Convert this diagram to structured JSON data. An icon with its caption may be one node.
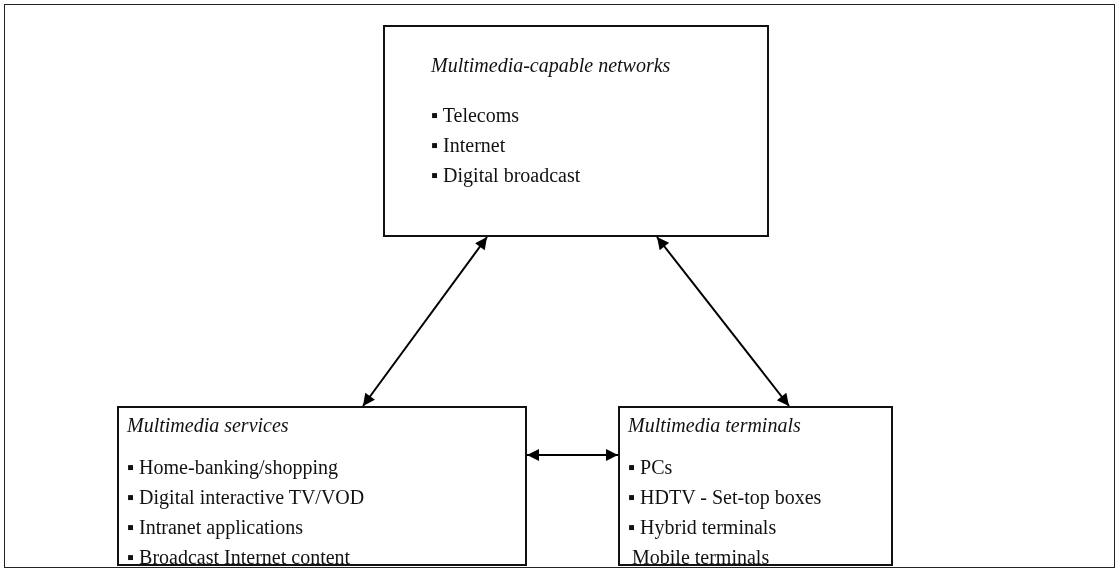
{
  "diagram": {
    "nodes": [
      {
        "text": [
          "Multimedia-capable networks",
          "▪ Telecoms",
          "▪ Internet",
          "▪ Digital broadcast"
        ]
      },
      {
        "text": [
          "Multimedia services",
          "▪ Home-banking/shopping",
          "▪ Digital interactive TV/VOD",
          "▪ Intranet applications",
          "▪ Broadcast Internet content"
        ]
      },
      {
        "text": [
          "Multimedia terminals",
          "▪ PCs",
          "▪ HDTV - Set-top boxes",
          "▪ Hybrid terminals",
          "Mobile terminals"
        ]
      }
    ],
    "edges": [
      {
        "from": 0,
        "to": 1,
        "arrow": "both"
      },
      {
        "from": 0,
        "to": 2,
        "arrow": "both"
      },
      {
        "from": 1,
        "to": 2,
        "arrow": "both"
      }
    ]
  }
}
